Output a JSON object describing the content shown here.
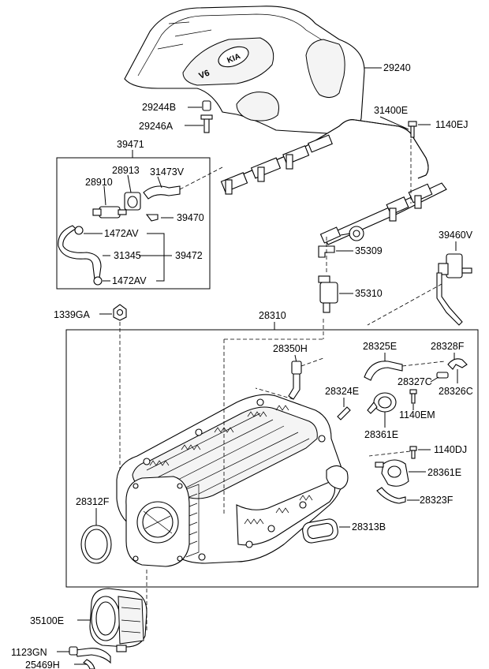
{
  "labels": {
    "p29240": "29240",
    "p29244B": "29244B",
    "p29246A": "29246A",
    "p31400E": "31400E",
    "p1140EJ": "1140EJ",
    "p39471": "39471",
    "p28913": "28913",
    "p31473V": "31473V",
    "p28910": "28910",
    "p39470": "39470",
    "p1472AV_top": "1472AV",
    "p31345": "31345",
    "p39472": "39472",
    "p1472AV_bot": "1472AV",
    "p39460V": "39460V",
    "p35309": "35309",
    "p35310": "35310",
    "p1339GA": "1339GA",
    "p28310": "28310",
    "p28350H": "28350H",
    "p28325E": "28325E",
    "p28328F": "28328F",
    "p28327C": "28327C",
    "p28326C": "28326C",
    "p28324E": "28324E",
    "p1140EM": "1140EM",
    "p28361E_a": "28361E",
    "p1140DJ": "1140DJ",
    "p28361E_b": "28361E",
    "p28323F": "28323F",
    "p28312F": "28312F",
    "p28313B": "28313B",
    "p35100E": "35100E",
    "p1123GN": "1123GN",
    "p25469H": "25469H"
  },
  "cover_emblem": "KIA",
  "cover_badge": "V6"
}
